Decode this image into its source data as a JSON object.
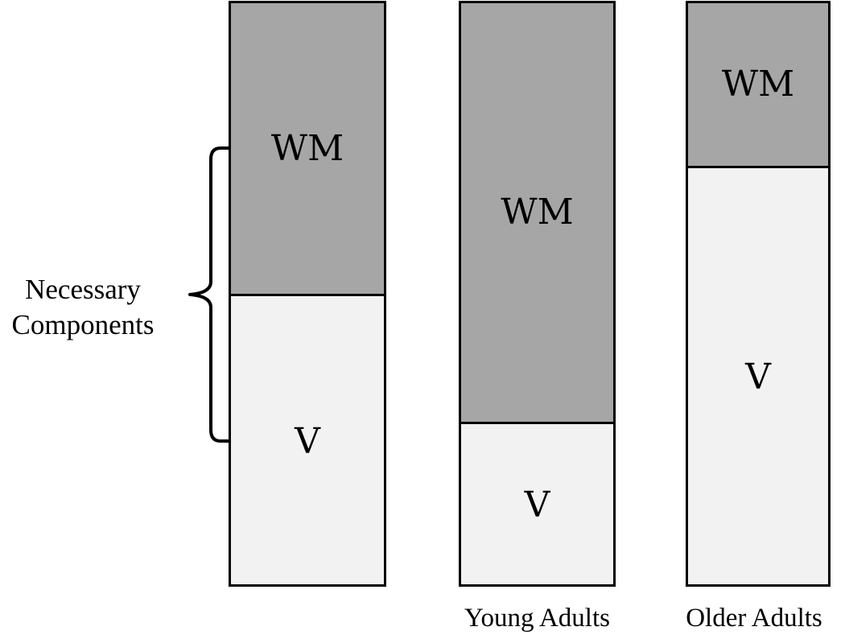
{
  "diagram": {
    "brace_label": {
      "line1": "Necessary",
      "line2": "Components"
    },
    "columns": [
      {
        "caption": "",
        "segments": [
          {
            "label": "WM",
            "share": 0.5,
            "color": "#a6a6a6"
          },
          {
            "label": "V",
            "share": 0.5,
            "color": "#f2f2f2"
          }
        ]
      },
      {
        "caption": "Young Adults",
        "segments": [
          {
            "label": "WM",
            "share": 0.72,
            "color": "#a6a6a6"
          },
          {
            "label": "V",
            "share": 0.28,
            "color": "#f2f2f2"
          }
        ]
      },
      {
        "caption": "Older Adults",
        "segments": [
          {
            "label": "WM",
            "share": 0.28,
            "color": "#a6a6a6"
          },
          {
            "label": "V",
            "share": 0.72,
            "color": "#f2f2f2"
          }
        ]
      }
    ]
  }
}
